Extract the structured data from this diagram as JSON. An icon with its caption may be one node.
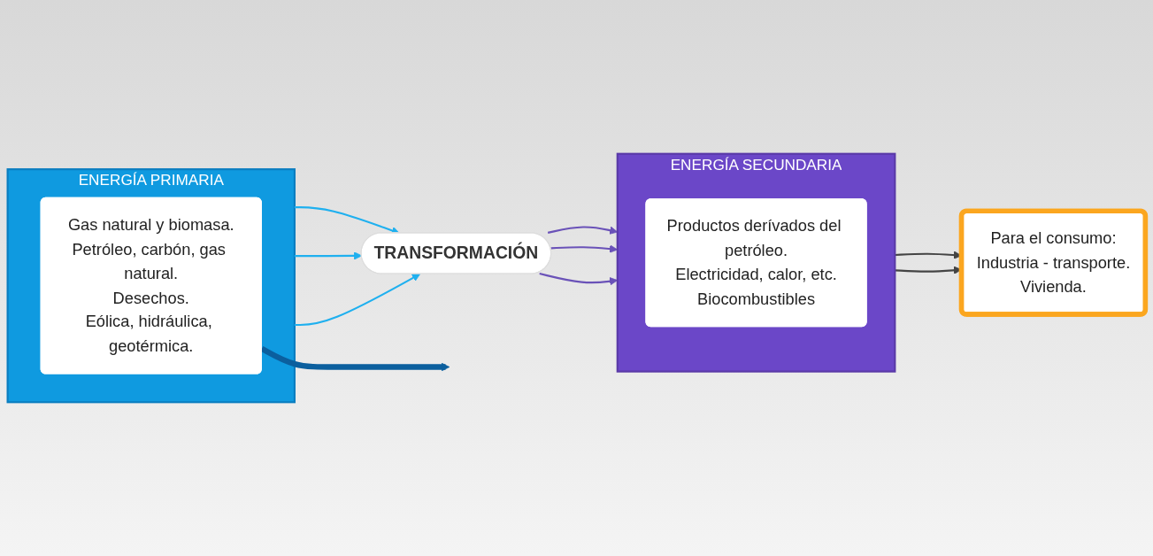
{
  "diagram": {
    "nodes": [
      {
        "text": [
          "ENERGÍA PRIMARIA"
        ]
      },
      {
        "text": [
          "Gas natural y biomasa.",
          "Petróleo, carbón, gas natural.",
          "Desechos.",
          "Eólica, hidráulica, geotérmica."
        ],
        "in": 0
      },
      {
        "text": [
          "TRANSFORMACIÓN"
        ]
      },
      {
        "text": [
          "ENERGÍA SECUNDARIA"
        ]
      },
      {
        "text": [
          "Productos derívados del petróleo.",
          "Electricidad, calor, etc.",
          "Biocombustibles"
        ],
        "in": 3
      },
      {
        "text": [
          "Para el consumo:",
          "Industria - transporte.",
          "Vivienda."
        ]
      }
    ],
    "edges": [
      {
        "from": 0,
        "to": 2,
        "arrow": "to",
        "color": "#1fb0ef"
      },
      {
        "from": 0,
        "to": 2,
        "arrow": "to",
        "color": "#1fb0ef"
      },
      {
        "from": 0,
        "to": 2,
        "arrow": "to",
        "color": "#1fb0ef"
      },
      {
        "from": 2,
        "to": 3,
        "arrow": "to",
        "color": "#6a52b8"
      },
      {
        "from": 2,
        "to": 3,
        "arrow": "to",
        "color": "#6a52b8"
      },
      {
        "from": 2,
        "to": 3,
        "arrow": "to",
        "color": "#6a52b8"
      },
      {
        "from": 3,
        "to": 5,
        "arrow": "to",
        "color": "#444444"
      },
      {
        "from": 3,
        "to": 5,
        "arrow": "to",
        "color": "#444444"
      },
      {
        "from": 1,
        "to": null,
        "arrow": "to",
        "color": "#0b5f9e",
        "style": "thick"
      }
    ]
  }
}
